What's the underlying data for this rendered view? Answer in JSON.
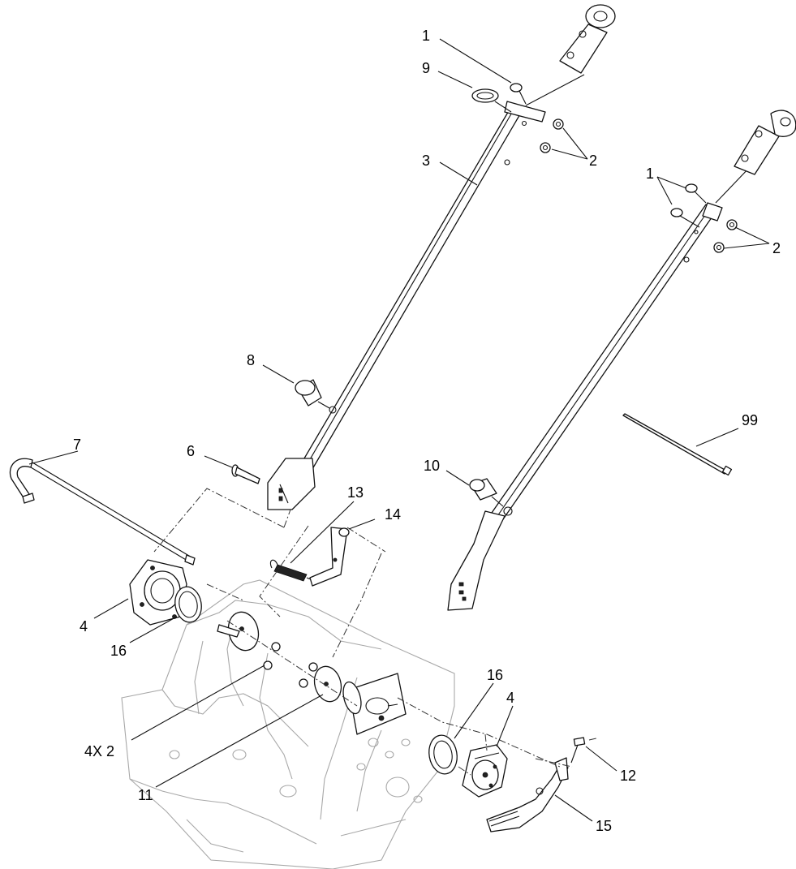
{
  "diagram": {
    "callouts": [
      {
        "id": "c-1a",
        "text": "1"
      },
      {
        "id": "c-9",
        "text": "9"
      },
      {
        "id": "c-2a",
        "text": "2"
      },
      {
        "id": "c-3",
        "text": "3"
      },
      {
        "id": "c-1b",
        "text": "1"
      },
      {
        "id": "c-2b",
        "text": "2"
      },
      {
        "id": "c-8",
        "text": "8"
      },
      {
        "id": "c-99",
        "text": "99"
      },
      {
        "id": "c-7",
        "text": "7"
      },
      {
        "id": "c-6",
        "text": "6"
      },
      {
        "id": "c-10",
        "text": "10"
      },
      {
        "id": "c-13",
        "text": "13"
      },
      {
        "id": "c-14",
        "text": "14"
      },
      {
        "id": "c-4a",
        "text": "4"
      },
      {
        "id": "c-16a",
        "text": "16"
      },
      {
        "id": "c-4x2",
        "text": "4X 2"
      },
      {
        "id": "c-11",
        "text": "11"
      },
      {
        "id": "c-16b",
        "text": "16"
      },
      {
        "id": "c-4b",
        "text": "4"
      },
      {
        "id": "c-12",
        "text": "12"
      },
      {
        "id": "c-15",
        "text": "15"
      }
    ]
  }
}
